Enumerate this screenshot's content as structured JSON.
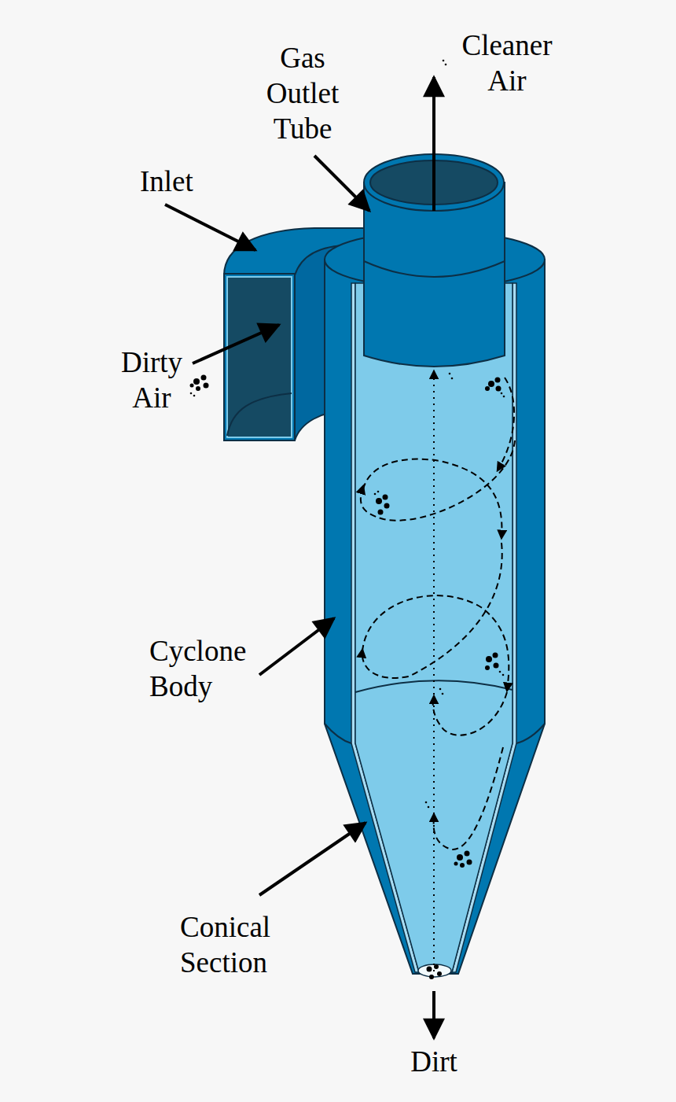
{
  "diagram": {
    "labels": [
      "Gas Outlet Tube",
      "Cleaner Air",
      "Inlet",
      "Dirty Air",
      "Cyclone Body",
      "Conical Section",
      "Dirt"
    ]
  }
}
